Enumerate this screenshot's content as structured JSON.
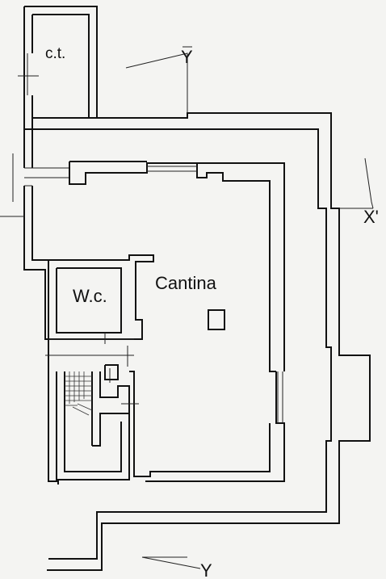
{
  "rooms": {
    "ct": "c.t.",
    "wc": "W.c.",
    "cantina": "Cantina"
  },
  "section_marks": {
    "y_top": "Y",
    "y_bottom": "Y",
    "x_right": "X'"
  },
  "colors": {
    "background": "#f4f4f2",
    "ink": "#111111"
  }
}
